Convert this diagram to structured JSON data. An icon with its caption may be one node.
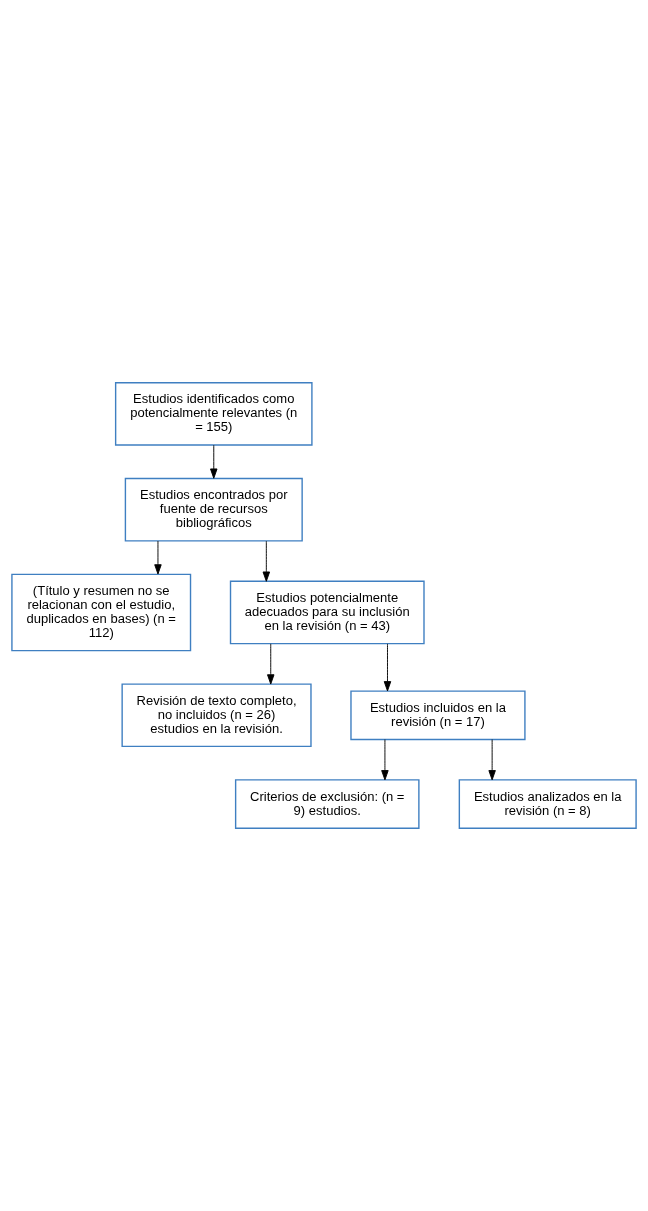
{
  "diagram": {
    "nodes": [
      {
        "text": [
          "Estudios identificados como potencialmente relevantes (n = 155)"
        ]
      },
      {
        "text": [
          "Estudios encontrados por fuente de recursos bibliográficos"
        ]
      },
      {
        "text": [
          "(Título y resumen no se relacionan con el estudio, duplicados en bases) (n = 112)"
        ]
      },
      {
        "text": [
          "Estudios potencialmente adecuados para su inclusión en la revisión (n = 43)"
        ]
      },
      {
        "text": [
          "Revisión de texto completo, no incluidos (n = 26) estudios en la revisión."
        ]
      },
      {
        "text": [
          "Estudios incluidos en la revisión (n = 17)"
        ]
      },
      {
        "text": [
          "Criterios de exclusión: (n = 9) estudios."
        ]
      },
      {
        "text": [
          "Estudios analizados en la revisión (n = 8)"
        ]
      }
    ],
    "edges": [
      {
        "from": 0,
        "to": 1,
        "arrow": "to"
      },
      {
        "from": 1,
        "to": 3,
        "arrow": "to"
      },
      {
        "from": 1,
        "to": 2,
        "arrow": "to"
      },
      {
        "from": 3,
        "to": 5,
        "arrow": "to"
      },
      {
        "from": 3,
        "to": 4,
        "arrow": "to"
      },
      {
        "from": 5,
        "to": 7,
        "arrow": "to"
      },
      {
        "from": 5,
        "to": 6,
        "arrow": "to"
      }
    ]
  }
}
